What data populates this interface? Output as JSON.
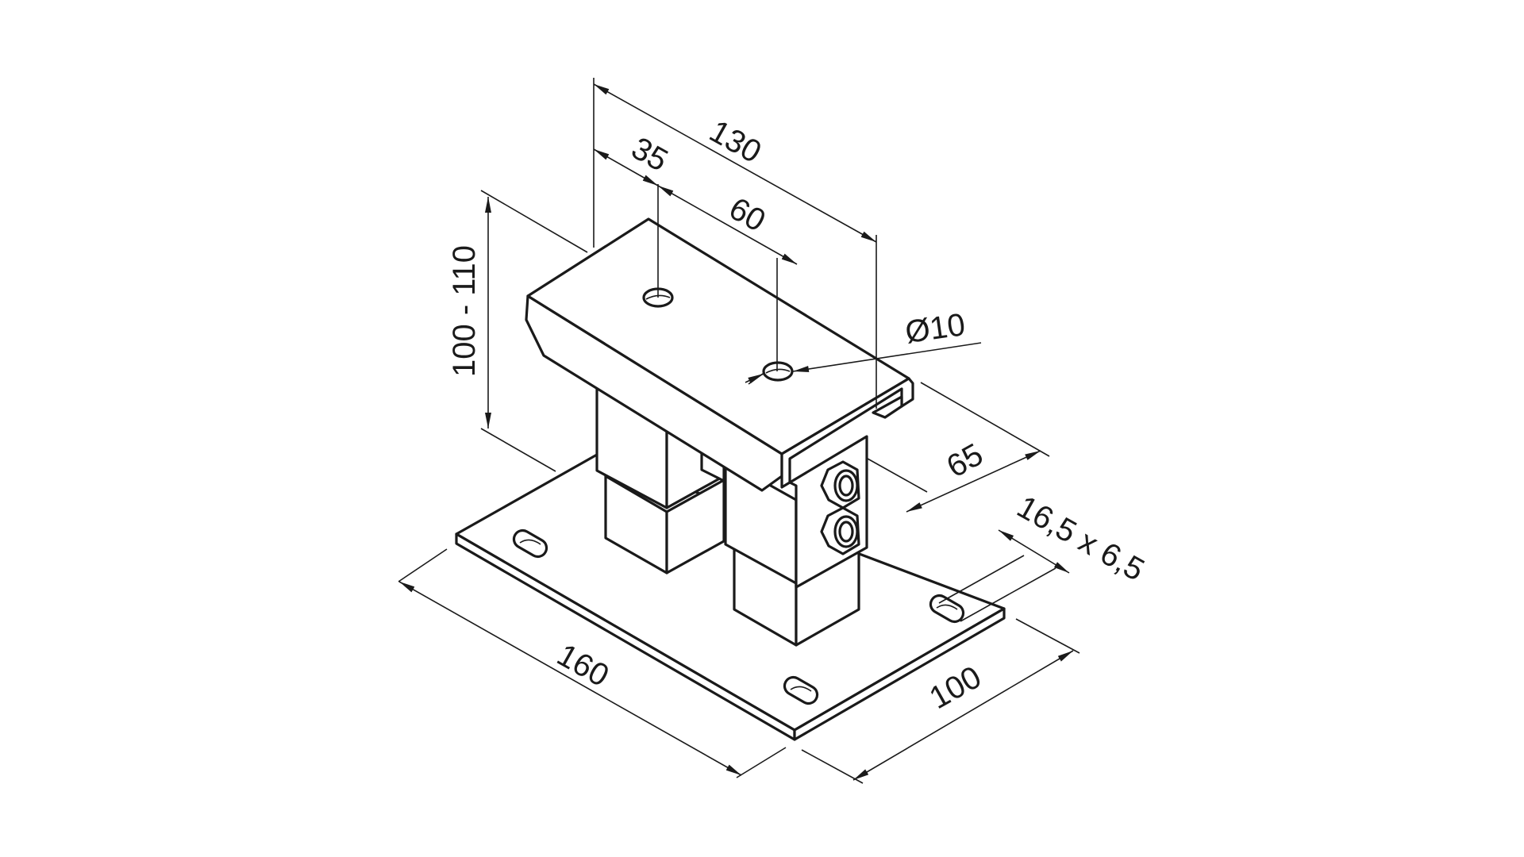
{
  "drawing": {
    "type": "isometric technical drawing",
    "subject": "adjustable post base / bracket with slotted base plate",
    "colors": {
      "line": "#1a1a1a",
      "background": "#ffffff"
    }
  },
  "dimensions": {
    "overall_length_top": "130",
    "hole_offset": "35",
    "hole_spacing": "60",
    "hole_diameter": "Ø10",
    "height_range": "100 - 110",
    "top_width": "65",
    "slot_size": "16,5 x 6,5",
    "base_length": "160",
    "base_width": "100"
  }
}
